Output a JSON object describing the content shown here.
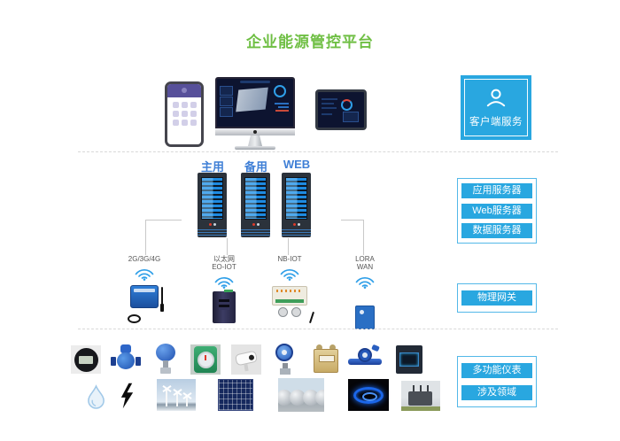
{
  "title": "企业能源管控平台",
  "colors": {
    "title_green": "#6fbf44",
    "box_blue": "#29a7e0",
    "server_label_blue": "#3f7fd6"
  },
  "client_section": {
    "device_icons": [
      "smartphone",
      "desktop-monitor",
      "tablet"
    ],
    "side_box": {
      "label": "客户端服务",
      "icon": "user-icon"
    }
  },
  "server_section": {
    "server_labels": [
      "主用",
      "备用",
      "WEB"
    ],
    "side_pills": [
      "应用服务器",
      "Web服务器",
      "数据服务器"
    ]
  },
  "gateway_section": {
    "gateways": [
      {
        "label_line1": "2G/3G/4G",
        "label_line2": "",
        "icon": "wifi-icon",
        "device": "cellular-dtu"
      },
      {
        "label_line1": "以太网",
        "label_line2": "EO-IOT",
        "icon": "wifi-icon",
        "device": "ethernet-gateway"
      },
      {
        "label_line1": "NB-IOT",
        "label_line2": "",
        "icon": "wifi-icon",
        "device": "nbiot-module"
      },
      {
        "label_line1": "LORA",
        "label_line2": "WAN",
        "icon": "wifi-icon",
        "device": "lora-gateway"
      }
    ],
    "side_pill": "物理网关"
  },
  "field_section": {
    "meter_icons": [
      "round-lcd-meter",
      "electromagnetic-flowmeter",
      "pressure-transmitter",
      "turbine-flowmeter",
      "cctv-camera",
      "pressure-gauge",
      "gas-meter",
      "water-meter",
      "digital-panel-meter"
    ],
    "domain_icons": [
      "water-drop",
      "lightning-bolt",
      "wind-turbines",
      "solar-panel",
      "gas-storage-tanks",
      "gas-flame",
      "power-transformer"
    ],
    "side_pills": [
      "多功能仪表",
      "涉及领域"
    ]
  }
}
